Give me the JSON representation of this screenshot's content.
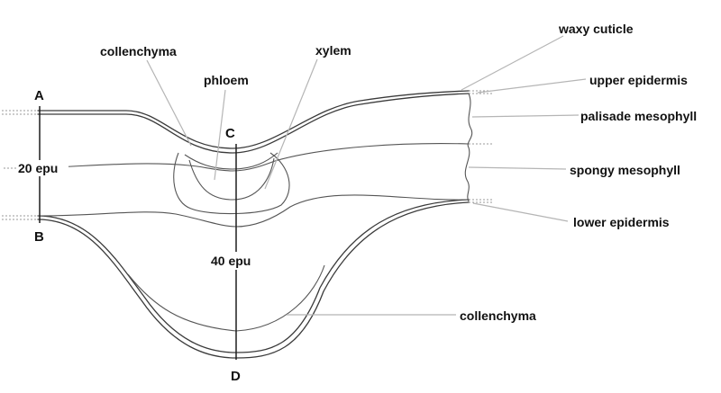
{
  "labels": {
    "collenchyma_top": "collenchyma",
    "phloem": "phloem",
    "xylem": "xylem",
    "waxy_cuticle": "waxy cuticle",
    "upper_epidermis": "upper epidermis",
    "palisade_mesophyll": "palisade mesophyll",
    "spongy_mesophyll": "spongy mesophyll",
    "lower_epidermis": "lower epidermis",
    "collenchyma_bottom": "collenchyma"
  },
  "points": {
    "a": "A",
    "b": "B",
    "c": "C",
    "d": "D"
  },
  "measurements": {
    "ab": "20 epu",
    "cd": "40 epu"
  }
}
